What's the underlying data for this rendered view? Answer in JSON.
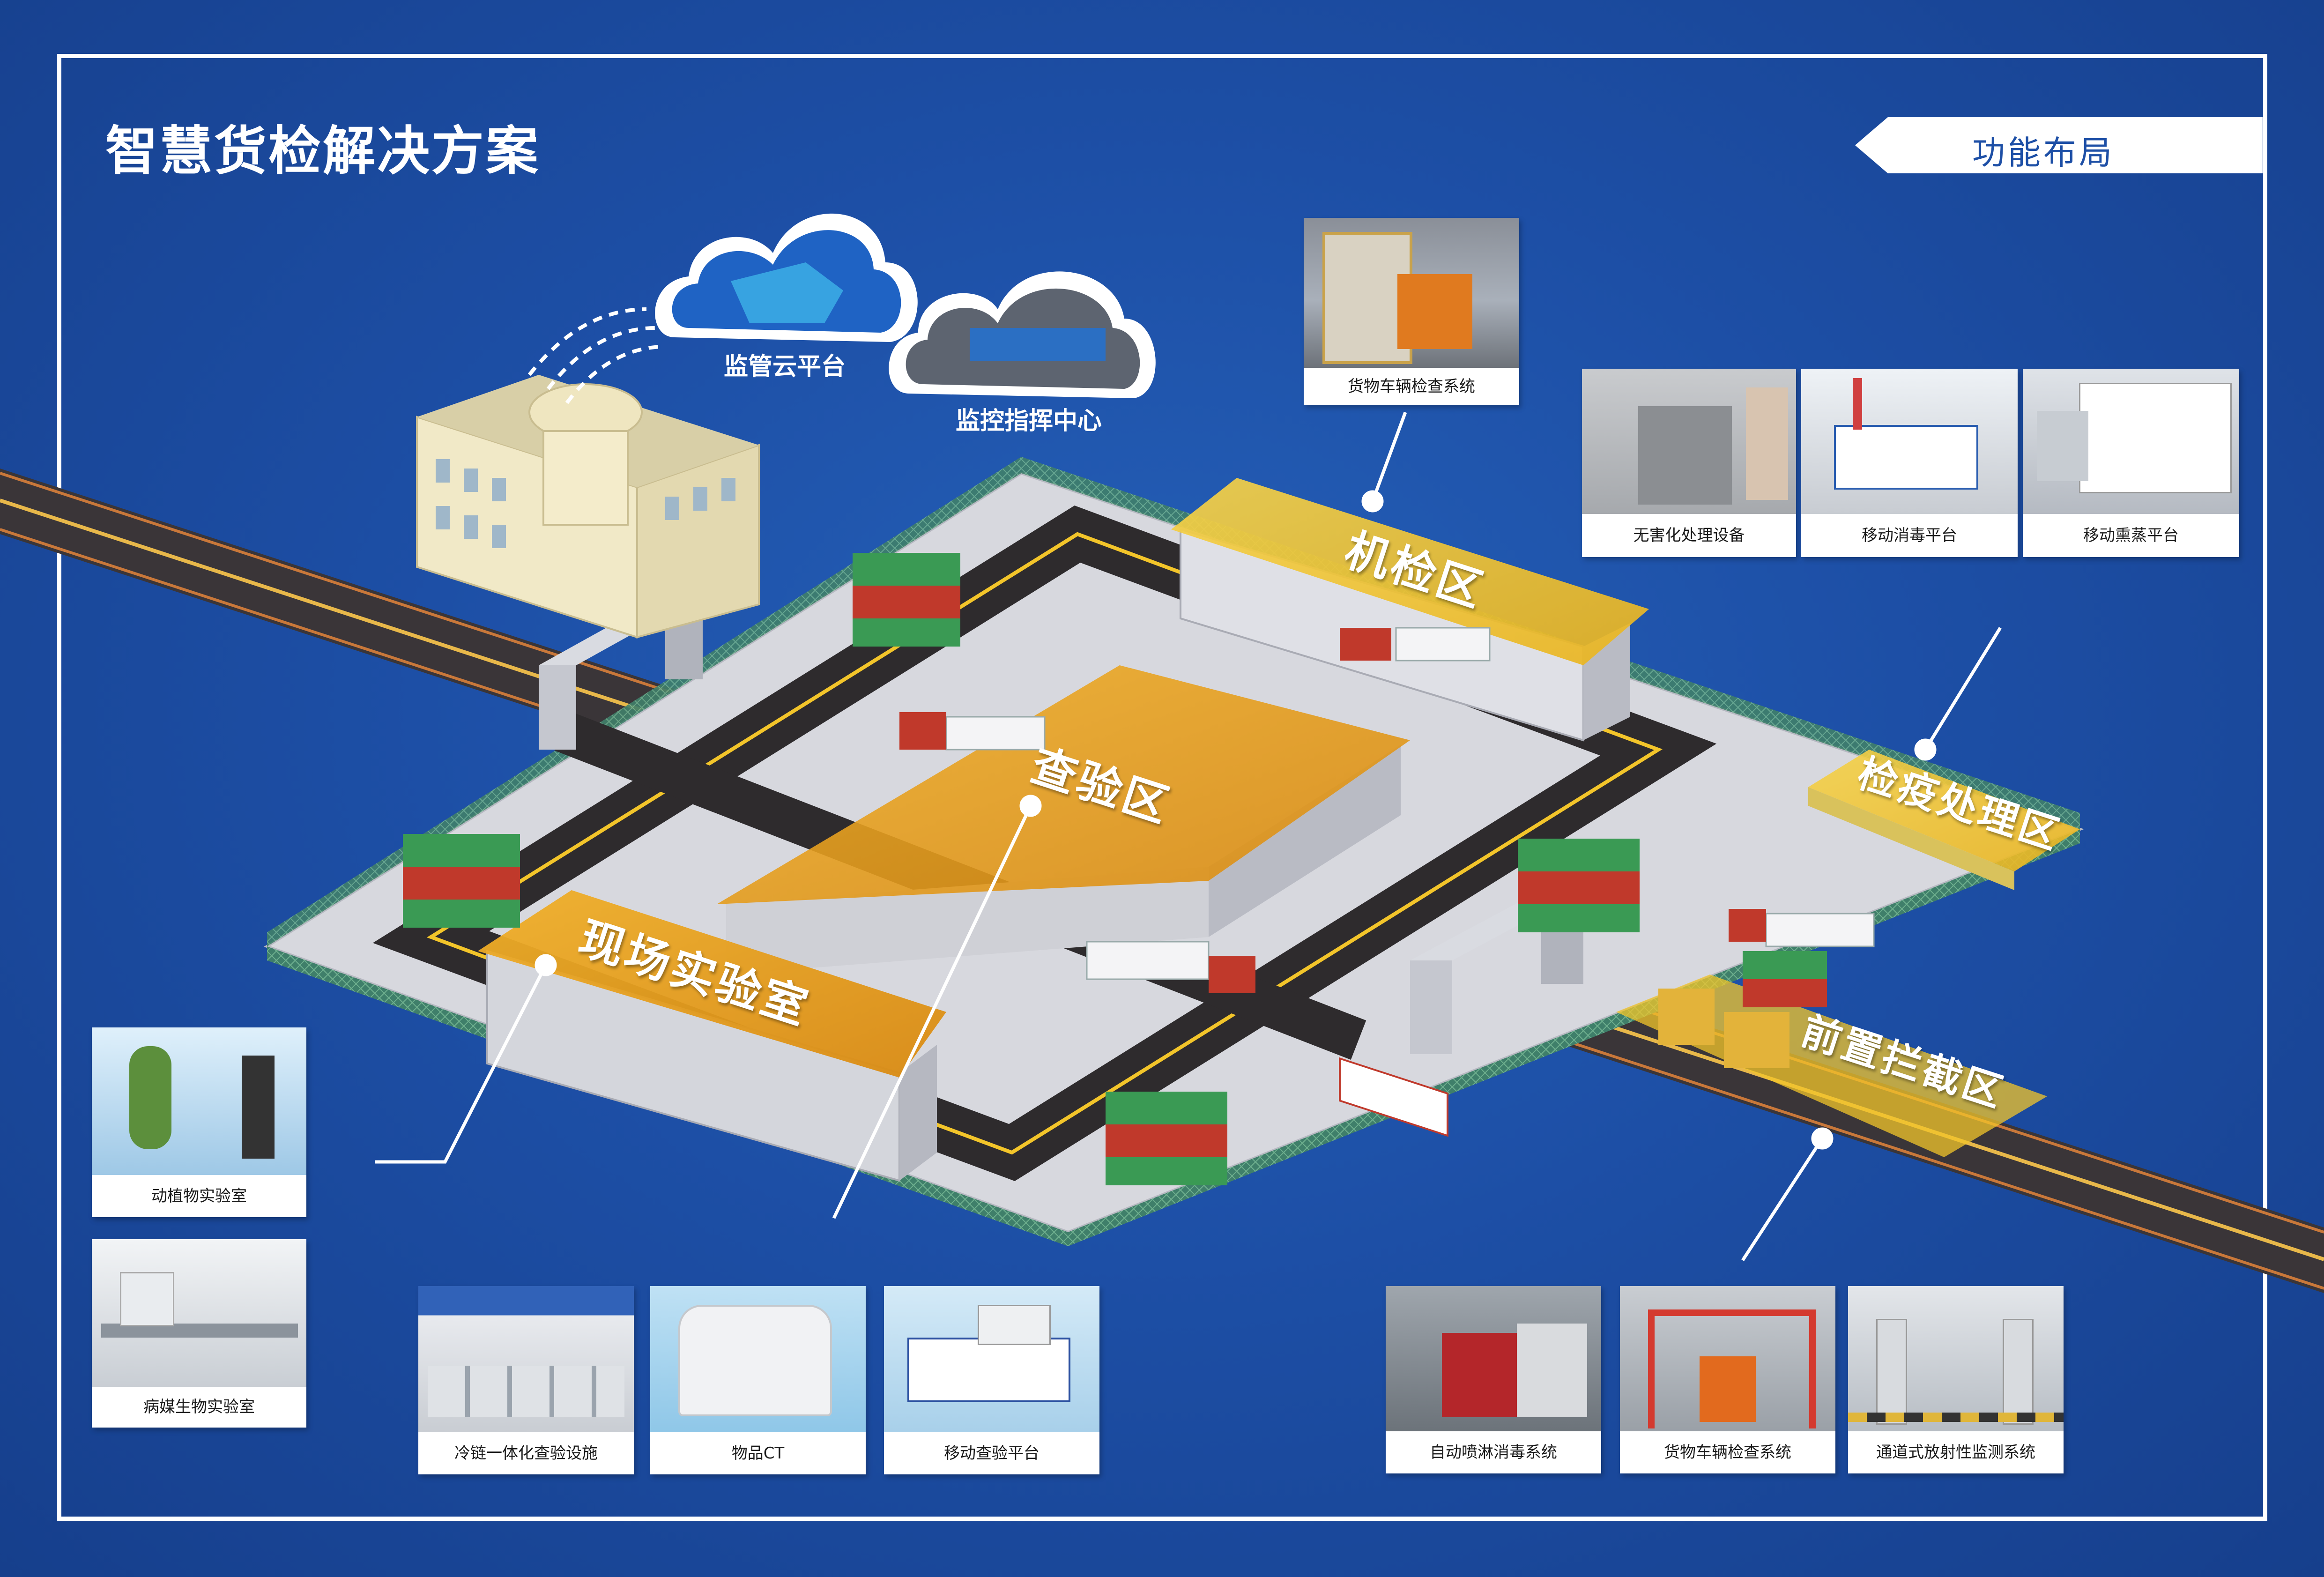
{
  "title": "智慧货检解决方案",
  "section_tab": "功能布局",
  "cloud": {
    "platform": "监管云平台",
    "command_center": "监控指挥中心"
  },
  "zones": {
    "machine": "机检区",
    "inspection": "查验区",
    "lab": "现场实验室",
    "quarantine": "检疫处理区",
    "front": "前置拦截区"
  },
  "cards": {
    "vehicle_top": "货物车辆检查系统",
    "harmless": "无害化处理设备",
    "mobile_disinfect": "移动消毒平台",
    "mobile_fumigation": "移动熏蒸平台",
    "animal_plant_lab": "动植物实验室",
    "pathogen_lab": "病媒生物实验室",
    "cold_chain": "冷链一体化查验设施",
    "goods_ct": "物品CT",
    "mobile_inspection": "移动查验平台",
    "auto_spray": "自动喷淋消毒系统",
    "vehicle_bottom": "货物车辆检查系统",
    "radiation": "通道式放射性监测系统"
  },
  "colors": {
    "background": "#1d4fa6",
    "zone_yellow": "#f3c52a",
    "zone_orange": "#e8a11b",
    "frame": "#ffffff"
  }
}
